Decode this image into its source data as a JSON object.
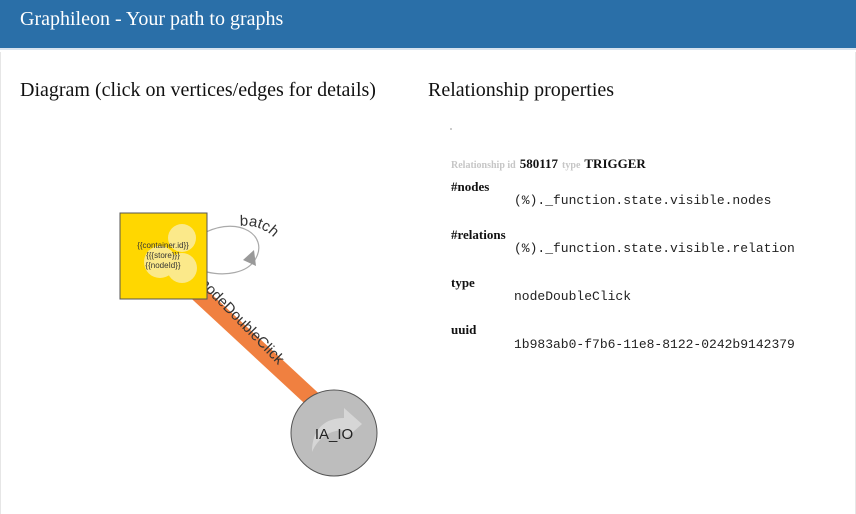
{
  "header": {
    "title": "Graphileon - Your path to graphs"
  },
  "diagram": {
    "heading": "Diagram (click on vertices/edges for details)",
    "node_source": {
      "lines": [
        "{{container.id}}",
        "{{{store}}}",
        "{{nodeId}}"
      ],
      "fill": "#ffd700",
      "icon": "puzzle-icon"
    },
    "node_target": {
      "label": "IA_IO",
      "fill": "#bdbdbd",
      "icon": "arrow-right-icon"
    },
    "edge_self": {
      "label": "batch"
    },
    "edge_main": {
      "label": "nodeDoubleClick",
      "color": "#f08040"
    }
  },
  "properties": {
    "heading": "Relationship properties",
    "id_label": "Relationship id",
    "id_value": "580117",
    "type_label": "type",
    "type_value": "TRIGGER",
    "items": [
      {
        "name": "#nodes",
        "value": "(%)._function.state.visible.nodes"
      },
      {
        "name": "#relations",
        "value": "(%)._function.state.visible.relation"
      },
      {
        "name": "type",
        "value": "nodeDoubleClick"
      },
      {
        "name": "uuid",
        "value": "1b983ab0-f7b6-11e8-8122-0242b9142379"
      }
    ]
  }
}
